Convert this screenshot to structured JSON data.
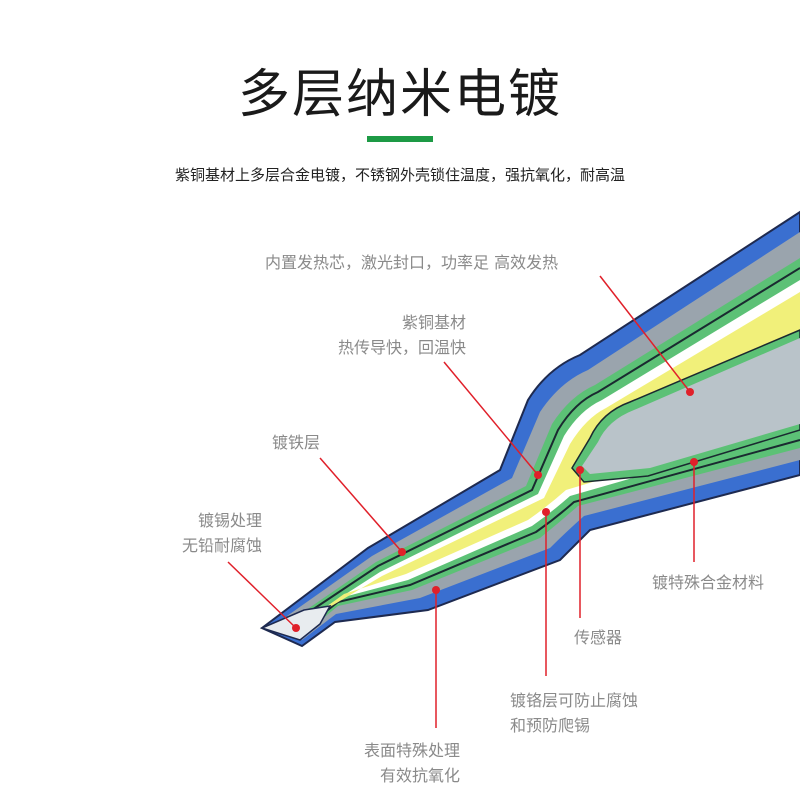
{
  "header": {
    "title": "多层纳米电镀",
    "subtitle": "紫铜基材上多层合金电镀，不锈钢外壳锁住温度，强抗氧化，耐高温"
  },
  "labels": {
    "heating_core": "内置发热芯，激光封口，功率足 高效发热",
    "copper_base": [
      "紫铜基材",
      "热传导快，回温快"
    ],
    "iron_layer": "镀铁层",
    "tin_treatment": [
      "镀锡处理",
      "无铅耐腐蚀"
    ],
    "alloy_material": "镀特殊合金材料",
    "sensor": "传感器",
    "chrome_layer": [
      "镀铬层可防止腐蚀",
      "和预防爬锡"
    ],
    "surface_treatment": [
      "表面特殊处理",
      "有效抗氧化"
    ]
  },
  "colors": {
    "accent_green": "#1d9a45",
    "shell_blue": "#3a6fd0",
    "copper_yellow": "#f1f07a",
    "layer_green": "#5cc176",
    "core_gray": "#b9c3c9",
    "pointer_red": "#e0202a"
  }
}
